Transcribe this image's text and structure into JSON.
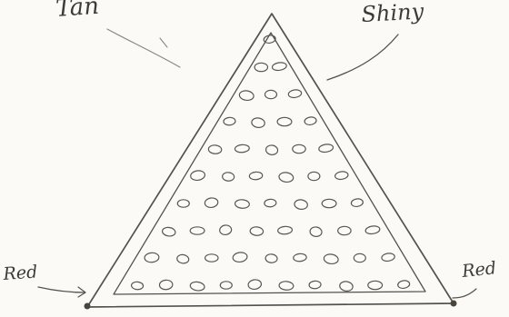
{
  "labels": {
    "top_left": "Tan",
    "top_right": "Shiny",
    "bottom_left": "Red",
    "bottom_right": "Red"
  },
  "peg_rows": [
    1,
    2,
    3,
    4,
    5,
    6,
    7,
    8,
    9,
    10
  ],
  "colors": {
    "paper": "#fbfaf6",
    "pencil": "#55524b"
  }
}
